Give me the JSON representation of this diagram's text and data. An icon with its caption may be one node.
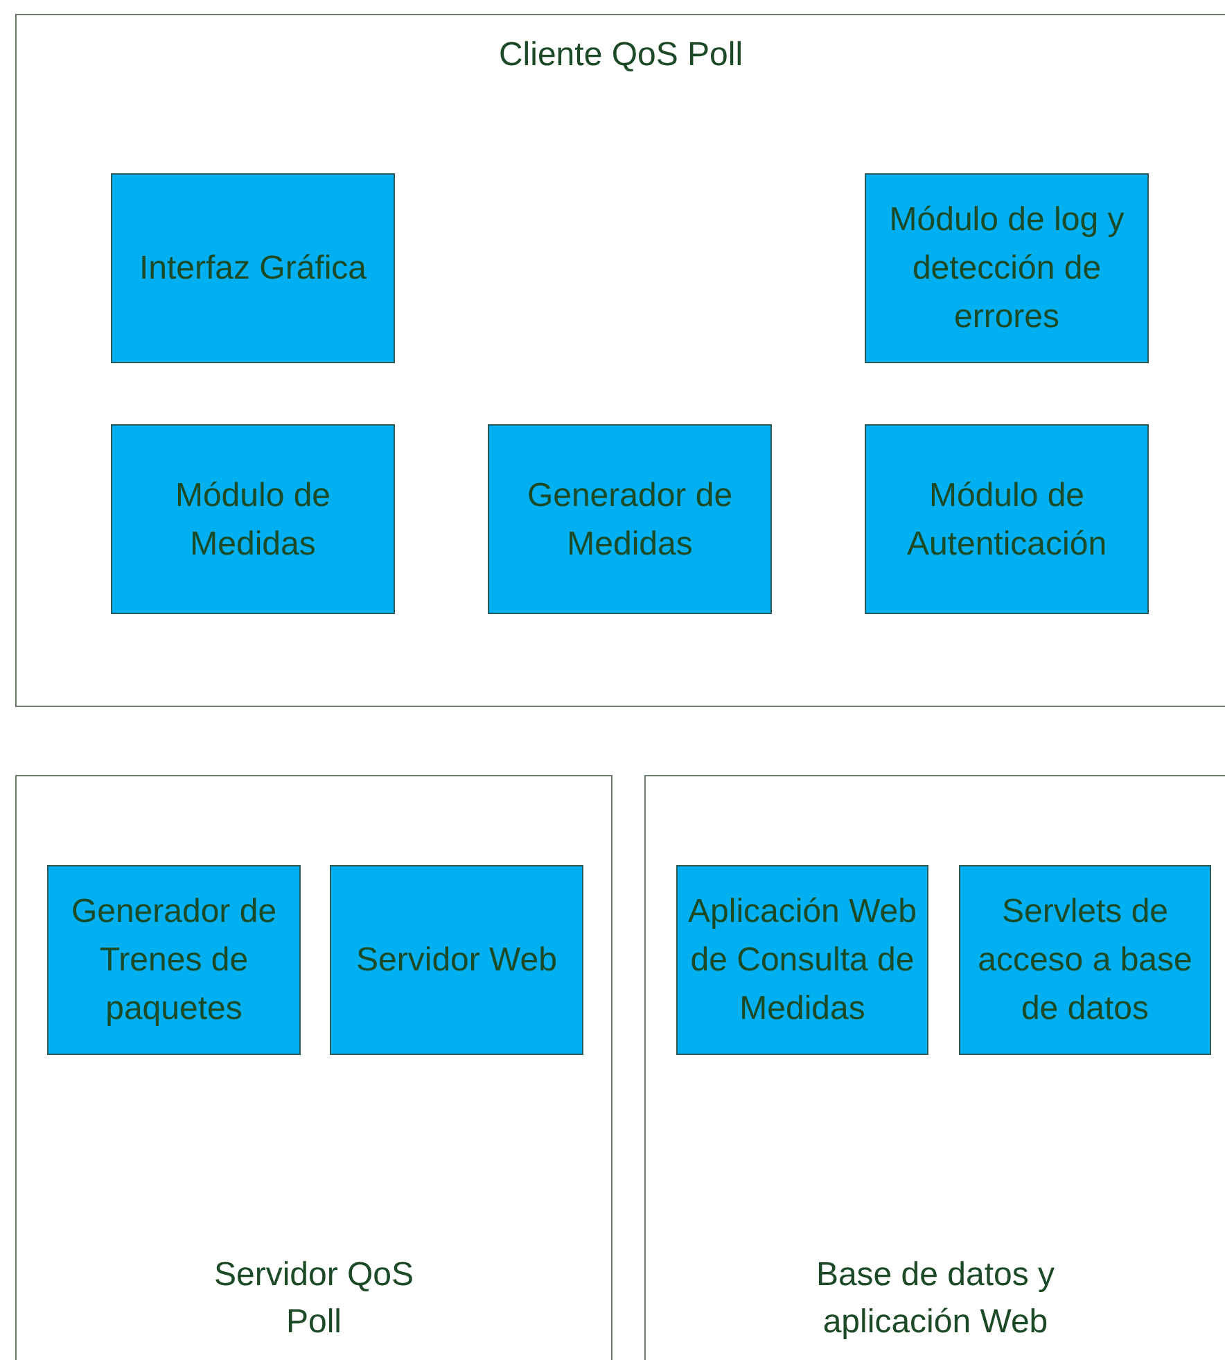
{
  "diagram": {
    "nodes": [
      {
        "text": [
          "Cliente QoS Poll"
        ]
      },
      {
        "text": [
          "Interfaz Gráfica"
        ],
        "in": 0
      },
      {
        "text": [
          "Módulo de log y detección de errores"
        ],
        "in": 0
      },
      {
        "text": [
          "Módulo de Medidas"
        ],
        "in": 0
      },
      {
        "text": [
          "Generador de Medidas"
        ],
        "in": 0
      },
      {
        "text": [
          "Módulo de Autenticación"
        ],
        "in": 0
      },
      {
        "text": [
          "Servidor QoS Poll"
        ]
      },
      {
        "text": [
          "Generador de Trenes de paquetes"
        ],
        "in": 6
      },
      {
        "text": [
          "Servidor Web"
        ],
        "in": 6
      },
      {
        "text": [
          "Base de datos y aplicación Web"
        ]
      },
      {
        "text": [
          "Aplicación Web de Consulta de Medidas"
        ],
        "in": 9
      },
      {
        "text": [
          "Servlets de acceso a base de datos"
        ],
        "in": 9
      }
    ]
  }
}
